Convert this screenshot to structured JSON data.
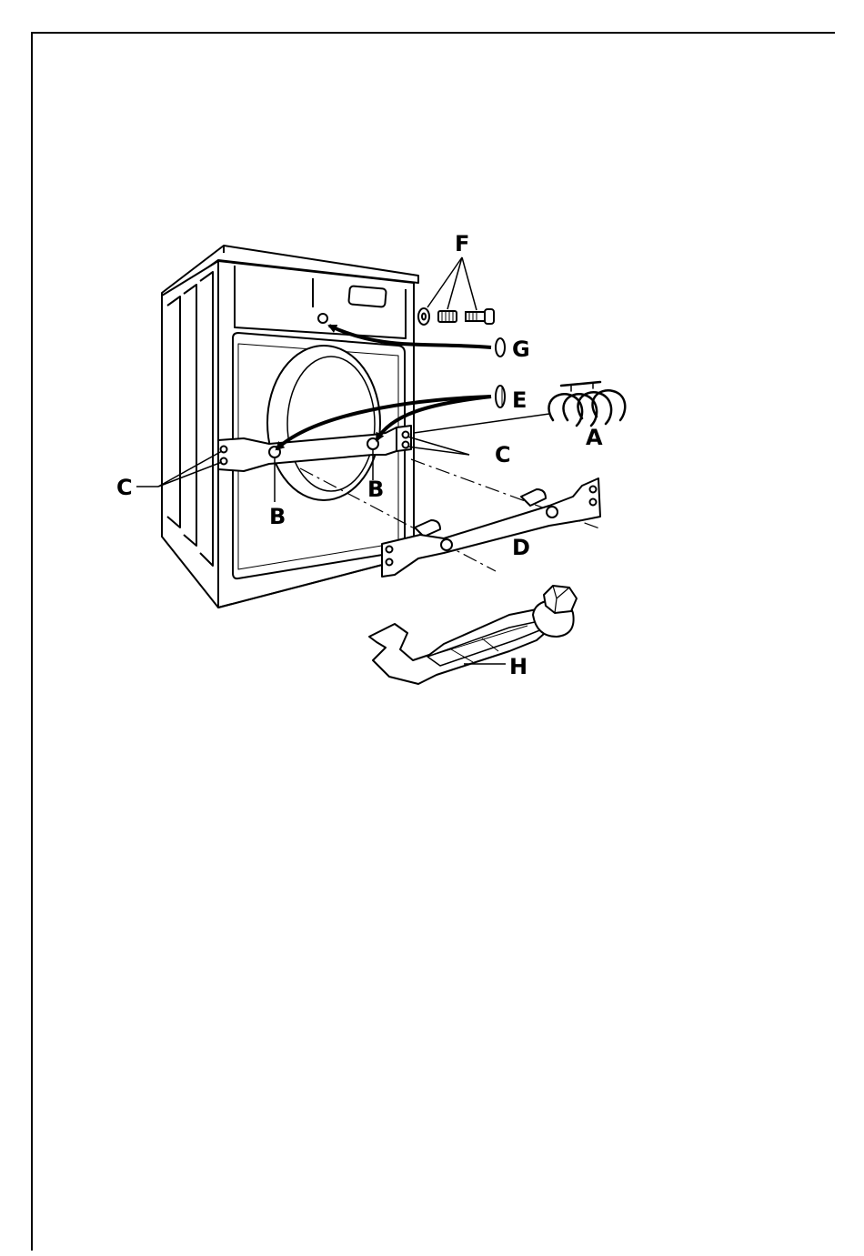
{
  "figure": {
    "callouts": {
      "A": "A",
      "B_left": "B",
      "B_right": "B",
      "C_left": "C",
      "C_right": "C",
      "D": "D",
      "E": "E",
      "F": "F",
      "G": "G",
      "H": "H"
    }
  },
  "colors": {
    "line": "#000000",
    "background": "#ffffff"
  }
}
